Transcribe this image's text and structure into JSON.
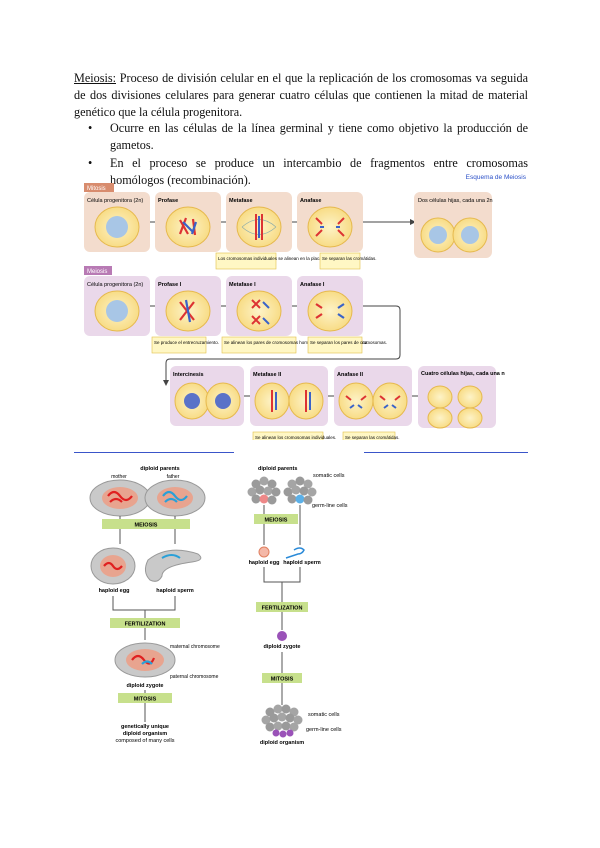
{
  "text": {
    "term": "Meiosis:",
    "definition": " Proceso de división celular en el que la replicación de los cromosomas va seguida de dos divisiones celulares para generar cuatro células que contienen la mitad de material genético que la célula progenitora.",
    "bullets": [
      "Ocurre en las células de la línea germinal y tiene como objetivo la producción de gametos.",
      "En el proceso se produce un intercambio de fragmentos entre cromosomas homólogos (recombinación)."
    ]
  },
  "figure1": {
    "link": "Esquema de Meiosis",
    "mitosis_tag": "Mitosis",
    "meiosis_tag": "Meiosis",
    "mitosis_stages": [
      "Célula progenitora (2n)",
      "Profase",
      "Metafase",
      "Anafase",
      "Dos células hijas, cada una 2n"
    ],
    "mitosis_notes": [
      "Los cromosomas individuales se alinean en la placa metafásica.",
      "Se separan las cromátidas."
    ],
    "meiosis_row1": [
      "Célula progenitora (2n)",
      "Profase I",
      "Metafase I",
      "Anafase I"
    ],
    "meiosis_row1_notes": [
      "Se produce el entrecruzamiento.",
      "Se alinean los pares de cromosomas homólogos en la placa metafásica.",
      "Se separan los pares de cromosomas."
    ],
    "meiosis_row2": [
      "Intercinesis",
      "Metafase II",
      "Anafase II",
      "Cuatro células hijas, cada una n"
    ],
    "meiosis_row2_notes": [
      "Se alinean los cromosomas individuales.",
      "Se separan las cromátidas."
    ]
  },
  "figure2": {
    "diploid_parents": "diploid parents",
    "mother": "mother",
    "father": "father",
    "meiosis": "MEIOSIS",
    "haploid_egg": "haploid egg",
    "haploid_sperm": "haploid sperm",
    "fertilization": "FERTILIZATION",
    "maternal_chromosome": "maternal chromosome",
    "paternal_chromosome": "paternal chromosome",
    "diploid_zygote": "diploid zygote",
    "genetically_unique": "genetically unique",
    "diploid_organism": "diploid organism",
    "composed_of": "composed of many cells"
  },
  "figure3": {
    "diploid_parents": "diploid parents",
    "somatic_cells": "somatic cells",
    "germ_line_cells": "germ-line cells",
    "meiosis": "MEIOSIS",
    "haploid_egg": "haploid egg",
    "haploid_sperm": "haploid sperm",
    "fertilization": "FERTILIZATION",
    "diploid_zygote": "diploid zygote",
    "mitosis": "MITOSIS",
    "somatic_cells_2": "somatic cells",
    "germ_line_cells_2": "germ-line cells",
    "diploid_organism": "diploid organism"
  },
  "colors": {
    "mitosis_bg": "#f3dccd",
    "meiosis_bg": "#ead8ea",
    "cell_fill": "#fbe8a6",
    "note_fill": "#fff7c4",
    "link_blue": "#2b50c8",
    "green_bar": "#c7e08c"
  }
}
